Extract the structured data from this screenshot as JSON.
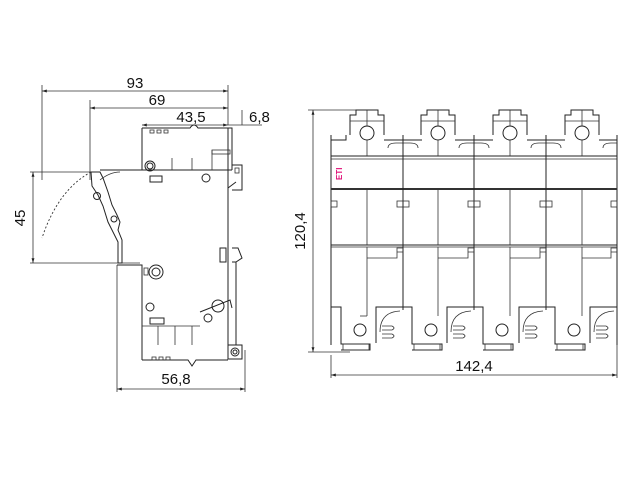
{
  "side_view": {
    "dimensions": {
      "overall_depth": "93",
      "depth_to_rail": "69",
      "front_depth": "43,5",
      "rail_offset": "6,8",
      "handle_swing": "45",
      "rear_depth": "56,8"
    }
  },
  "front_view": {
    "dimensions": {
      "height": "120,4",
      "width": "142,4"
    },
    "logo": {
      "text": "ETI",
      "color": "#e0147a"
    },
    "poles": 4
  },
  "colors": {
    "line": "#222222",
    "background": "#ffffff",
    "logo": "#e0147a"
  }
}
